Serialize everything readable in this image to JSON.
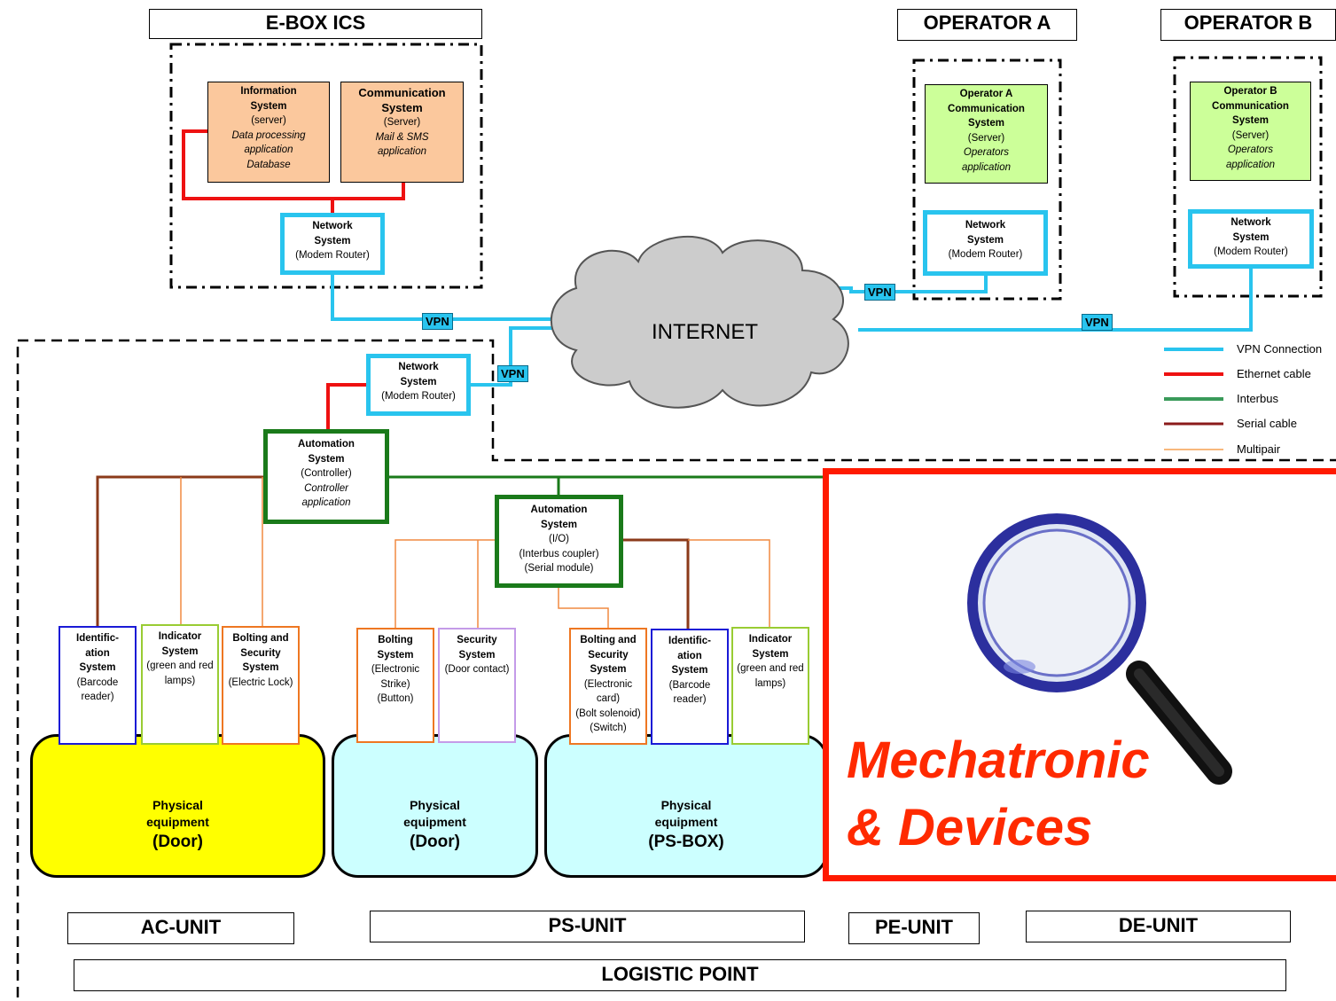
{
  "headers": {
    "ebox": "E-BOX ICS",
    "opA": "OPERATOR A",
    "opB": "OPERATOR B"
  },
  "ebox": {
    "info": {
      "l1": "Information",
      "l2": "System",
      "l3": "(server)",
      "l4": "Data processing",
      "l5": "application",
      "l6": "Database"
    },
    "comm": {
      "l1": "Communication",
      "l2": "System",
      "l3": "(Server)",
      "l4": "Mail & SMS",
      "l5": "application"
    },
    "net": {
      "l1": "Network",
      "l2": "System",
      "l3": "(Modem Router)"
    }
  },
  "opA": {
    "comm": {
      "l1": "Operator A",
      "l2": "Communication",
      "l3": "System",
      "l4": "(Server)",
      "l5": "Operators",
      "l6": "application"
    },
    "net": {
      "l1": "Network",
      "l2": "System",
      "l3": "(Modem Router)"
    }
  },
  "opB": {
    "comm": {
      "l1": "Operator B",
      "l2": "Communication",
      "l3": "System",
      "l4": "(Server)",
      "l5": "Operators",
      "l6": "application"
    },
    "net": {
      "l1": "Network",
      "l2": "System",
      "l3": "(Modem Router)"
    }
  },
  "internet": "INTERNET",
  "vpn": "VPN",
  "site": {
    "net": {
      "l1": "Network",
      "l2": "System",
      "l3": "(Modem Router)"
    },
    "controller": {
      "l1": "Automation",
      "l2": "System",
      "l3": "(Controller)",
      "l4": "Controller",
      "l5": "application"
    },
    "io": {
      "l1": "Automation",
      "l2": "System",
      "l3": "(I/O)",
      "l4": "(Interbus coupler)",
      "l5": "(Serial module)"
    }
  },
  "devices": {
    "d1": {
      "l1": "Identific-",
      "l2": "ation",
      "l3": "System",
      "l4": "(Barcode",
      "l5": "reader)"
    },
    "d2": {
      "l1": "Indicator",
      "l2": "System",
      "l3": "(green and red",
      "l4": "lamps)"
    },
    "d3": {
      "l1": "Bolting and",
      "l2": "Security",
      "l3": "System",
      "l4": "(Electric Lock)"
    },
    "d4": {
      "l1": "Bolting",
      "l2": "System",
      "l3": "(Electronic",
      "l4": "Strike)",
      "l5": "(Button)"
    },
    "d5": {
      "l1": "Security",
      "l2": "System",
      "l3": "(Door contact)"
    },
    "d6": {
      "l1": "Bolting and",
      "l2": "Security",
      "l3": "System",
      "l4": "(Electronic",
      "l5": "card)",
      "l6": "(Bolt solenoid)",
      "l7": "(Switch)"
    },
    "d7": {
      "l1": "Identific-",
      "l2": "ation",
      "l3": "System",
      "l4": "(Barcode",
      "l5": "reader)"
    },
    "d8": {
      "l1": "Indicator",
      "l2": "System",
      "l3": "(green and red",
      "l4": "lamps)"
    }
  },
  "physical": {
    "p1": {
      "l1": "Physical",
      "l2": "equipment",
      "l3": "(Door)"
    },
    "p2": {
      "l1": "Physical",
      "l2": "equipment",
      "l3": "(Door)"
    },
    "p3": {
      "l1": "Physical",
      "l2": "equipment",
      "l3": "(PS-BOX)"
    }
  },
  "legend": [
    {
      "label": "VPN Connection",
      "color": "#29c4ee"
    },
    {
      "label": "Ethernet cable",
      "color": "#ee1111"
    },
    {
      "label": "Interbus",
      "color": "#3a9a5a"
    },
    {
      "label": "Serial cable",
      "color": "#8b1a1a"
    },
    {
      "label": "Multipair",
      "color": "#f5a050"
    }
  ],
  "mechatronic": {
    "l1": "Mechatronic",
    "l2": "& Devices"
  },
  "units": {
    "ac": "AC-UNIT",
    "ps": "PS-UNIT",
    "pe": "PE-UNIT",
    "de": "DE-UNIT",
    "lp": "LOGISTIC POINT"
  },
  "colors": {
    "vpn": "#29c4ee",
    "ethernet": "#ee1111",
    "interbus": "#1a7a1a",
    "serial": "#8b3a1a",
    "multipair": "#ee7722",
    "highlight": "#ff1a00",
    "door_yellow": "#ffff00",
    "cyan": "#ccffff"
  }
}
